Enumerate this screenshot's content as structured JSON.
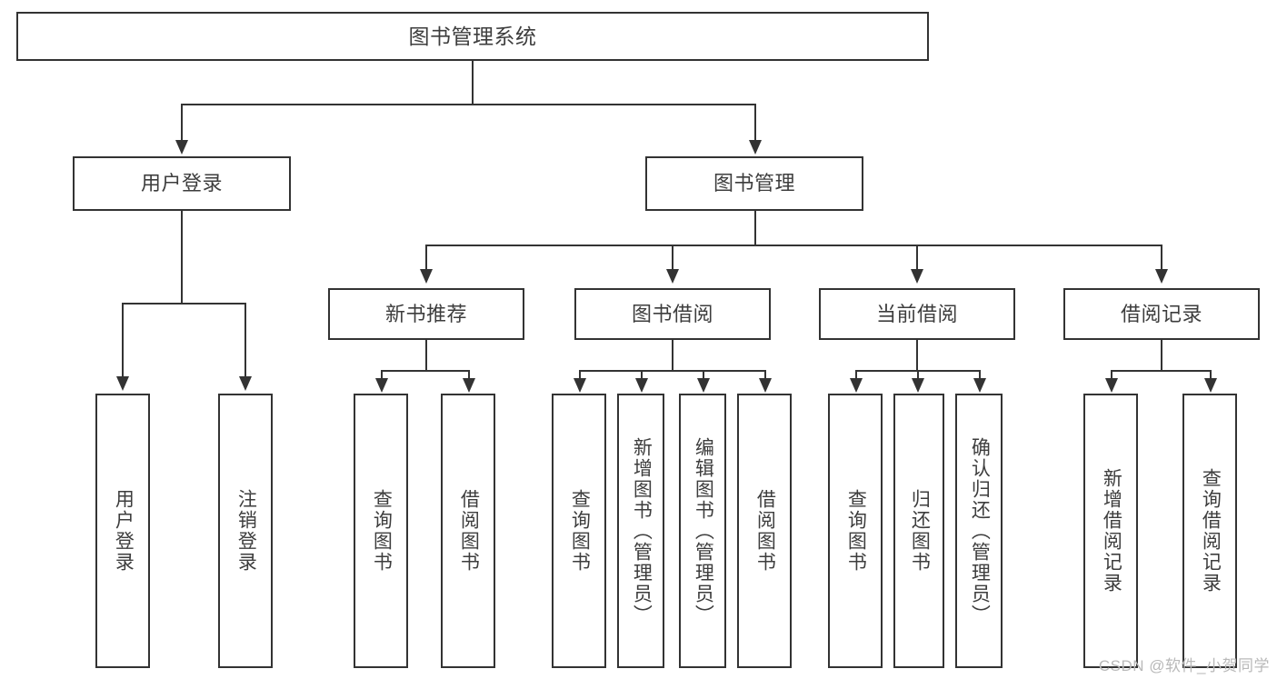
{
  "diagram": {
    "title": "图书管理系统",
    "type": "hierarchy-tree",
    "root": {
      "label": "图书管理系统"
    },
    "level2": [
      {
        "label": "用户登录"
      },
      {
        "label": "图书管理"
      }
    ],
    "level3": [
      {
        "label": "新书推荐"
      },
      {
        "label": "图书借阅"
      },
      {
        "label": "当前借阅"
      },
      {
        "label": "借阅记录"
      }
    ],
    "leaves": [
      {
        "label": "用户登录",
        "parent": "用户登录"
      },
      {
        "label": "注销登录",
        "parent": "用户登录"
      },
      {
        "label": "查询图书",
        "parent": "新书推荐"
      },
      {
        "label": "借阅图书",
        "parent": "新书推荐"
      },
      {
        "label": "查询图书",
        "parent": "图书借阅"
      },
      {
        "label": "新增图书（管理员）",
        "parent": "图书借阅"
      },
      {
        "label": "编辑图书（管理员）",
        "parent": "图书借阅"
      },
      {
        "label": "借阅图书",
        "parent": "图书借阅"
      },
      {
        "label": "查询图书",
        "parent": "当前借阅"
      },
      {
        "label": "归还图书",
        "parent": "当前借阅"
      },
      {
        "label": "确认归还（管理员）",
        "parent": "当前借阅"
      },
      {
        "label": "新增借阅记录",
        "parent": "借阅记录"
      },
      {
        "label": "查询借阅记录",
        "parent": "借阅记录"
      }
    ],
    "colors": {
      "line": "#333333",
      "box_border": "#333333",
      "box_fill": "#ffffff",
      "text": "#3d3d3d",
      "watermark": "#b9b9b9"
    }
  },
  "watermark": {
    "text": "CSDN @软件_小贺同学"
  }
}
